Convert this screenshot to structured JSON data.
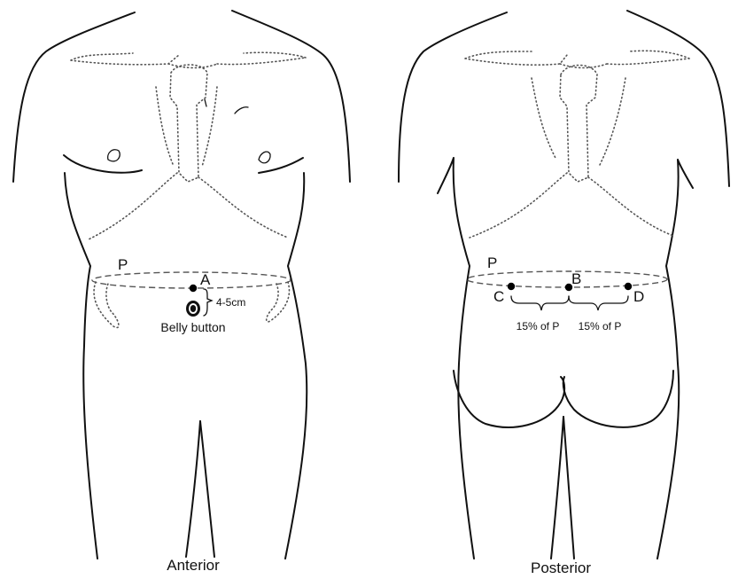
{
  "anterior": {
    "caption": "Anterior",
    "perimeter_label": "P",
    "point_a_label": "A",
    "distance_label": "4-5cm",
    "navel_label": "Belly button"
  },
  "posterior": {
    "caption": "Posterior",
    "perimeter_label": "P",
    "point_b_label": "B",
    "point_c_label": "C",
    "point_d_label": "D",
    "left_span_label": "15% of P",
    "right_span_label": "15% of P"
  }
}
